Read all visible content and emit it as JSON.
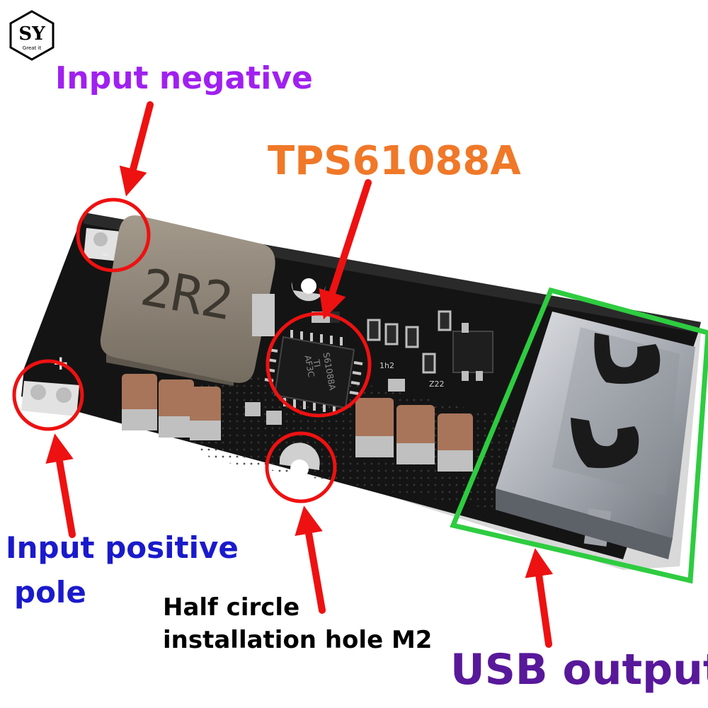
{
  "labels": {
    "input_negative": "Input negative",
    "chip": "TPS61088A",
    "input_positive_line1": "Input positive",
    "input_positive_line2": "pole",
    "hole_line1": "Half circle",
    "hole_line2": "installation hole M2",
    "usb_output": "USB output"
  },
  "board": {
    "inductor_marking": "2R2",
    "chip_marking_1": "S61088A",
    "chip_marking_2": "TI",
    "chip_marking_3": "AF3C",
    "pad_minus": "-",
    "pad_plus": "+",
    "small_marking_1": "1h2",
    "small_marking_2": "Z22"
  },
  "logo": {
    "text": "SY",
    "subtitle": "Great it"
  },
  "colors": {
    "arrow": "#ee1111",
    "highlight_circle": "#ee1111",
    "usb_box": "#2ecc40",
    "pcb": "#141414",
    "inductor": "#8c8274",
    "capacitor": "#a8755a",
    "usb_metal": "#b8bcc2"
  }
}
